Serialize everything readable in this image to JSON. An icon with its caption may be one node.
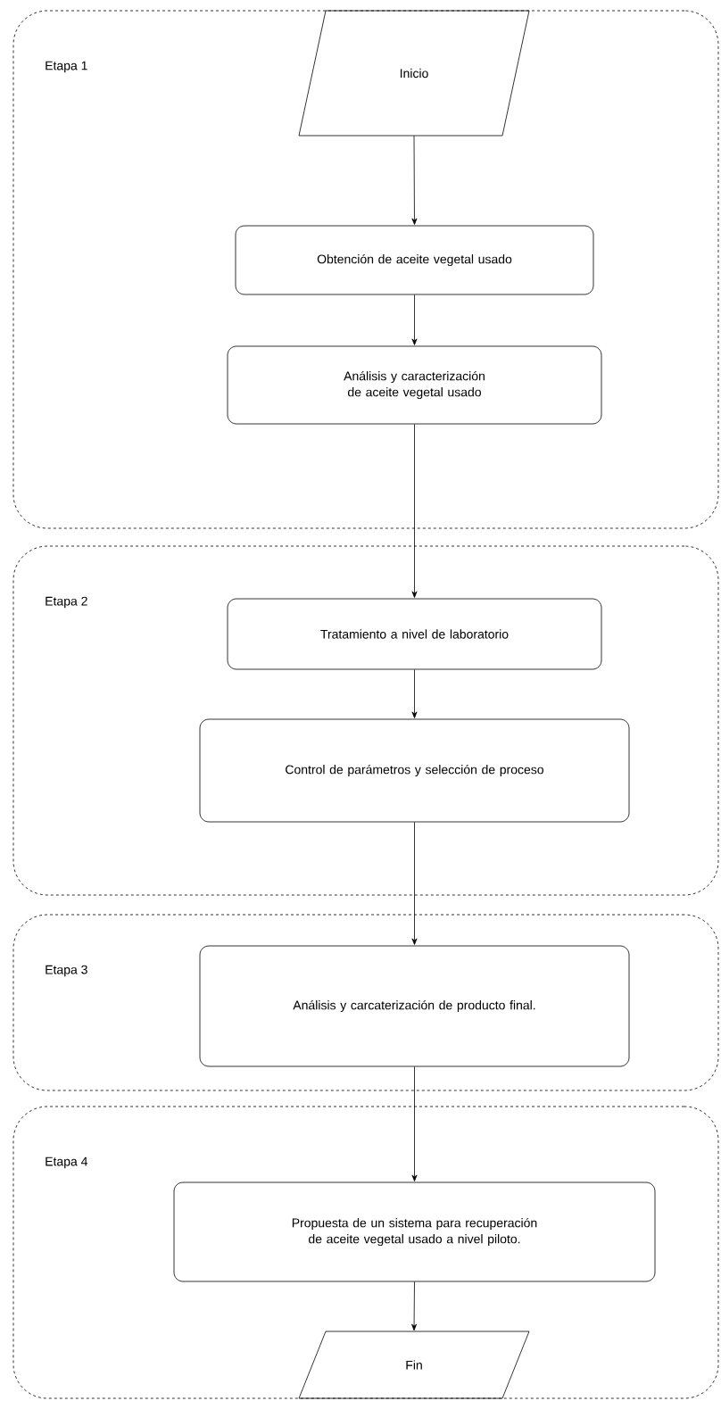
{
  "diagram": {
    "nodes": [
      {
        "text": [
          "Etapa 1"
        ]
      },
      {
        "text": [
          "Inicio"
        ],
        "in": 0
      },
      {
        "text": [
          "Obtención de aceite vegetal usado"
        ],
        "in": 0
      },
      {
        "text": [
          "Análisis y caracterización de aceite vegetal usado"
        ],
        "in": 0
      },
      {
        "text": [
          "Etapa 2"
        ]
      },
      {
        "text": [
          "Tratamiento a nivel de laboratorio"
        ],
        "in": 4
      },
      {
        "text": [
          "Control de parámetros y selección de proceso"
        ],
        "in": 4
      },
      {
        "text": [
          "Etapa 3"
        ]
      },
      {
        "text": [
          "Análisis y carcaterización de producto final."
        ],
        "in": 7
      },
      {
        "text": [
          "Etapa 4"
        ]
      },
      {
        "text": [
          "Propuesta de un sistema para recuperación de aceite vegetal usado a nivel piloto."
        ],
        "in": 9
      },
      {
        "text": [
          "Fin"
        ],
        "in": 9
      }
    ],
    "edges": [
      {
        "from": 1,
        "to": 2,
        "arrow": "to"
      },
      {
        "from": 2,
        "to": 3,
        "arrow": "to"
      },
      {
        "from": 3,
        "to": 5,
        "arrow": "to"
      },
      {
        "from": 5,
        "to": 6,
        "arrow": "to"
      },
      {
        "from": 6,
        "to": 8,
        "arrow": "to"
      },
      {
        "from": 8,
        "to": 10,
        "arrow": "to"
      },
      {
        "from": 10,
        "to": 11,
        "arrow": "to"
      }
    ]
  }
}
